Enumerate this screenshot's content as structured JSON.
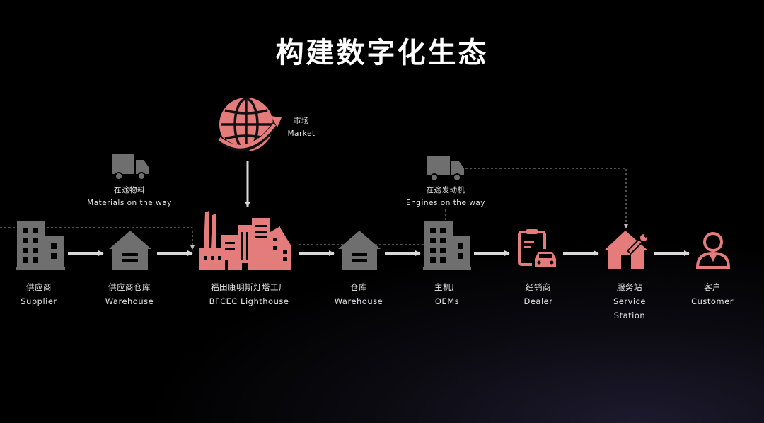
{
  "title": "构建数字化生态",
  "colors": {
    "accent": "#e57c7c",
    "gray": "#6f6f6f",
    "arrow": "#d9d9d9",
    "background": "#000000"
  },
  "market": {
    "cn": "市场",
    "en": "Market",
    "icon": "globe-arrow-icon"
  },
  "transit_materials": {
    "cn": "在途物料",
    "en": "Materials on the way",
    "icon": "truck-icon"
  },
  "transit_engines": {
    "cn": "在途发动机",
    "en": "Engines on the way",
    "icon": "truck-icon"
  },
  "nodes": [
    {
      "cn": "供应商",
      "en": "Supplier",
      "icon": "building-icon"
    },
    {
      "cn": "供应商仓库",
      "en": "Warehouse",
      "icon": "warehouse-icon"
    },
    {
      "cn": "福田康明斯灯塔工厂",
      "en": "BFCEC Lighthouse",
      "icon": "factory-icon"
    },
    {
      "cn": "仓库",
      "en": "Warehouse",
      "icon": "warehouse-icon"
    },
    {
      "cn": "主机厂",
      "en": "OEMs",
      "icon": "building-icon"
    },
    {
      "cn": "经销商",
      "en": "Dealer",
      "icon": "dealer-icon"
    },
    {
      "cn": "服务站",
      "en": "Service",
      "en2": "Station",
      "icon": "service-house-icon"
    },
    {
      "cn": "客户",
      "en": "Customer",
      "icon": "customer-icon"
    }
  ]
}
